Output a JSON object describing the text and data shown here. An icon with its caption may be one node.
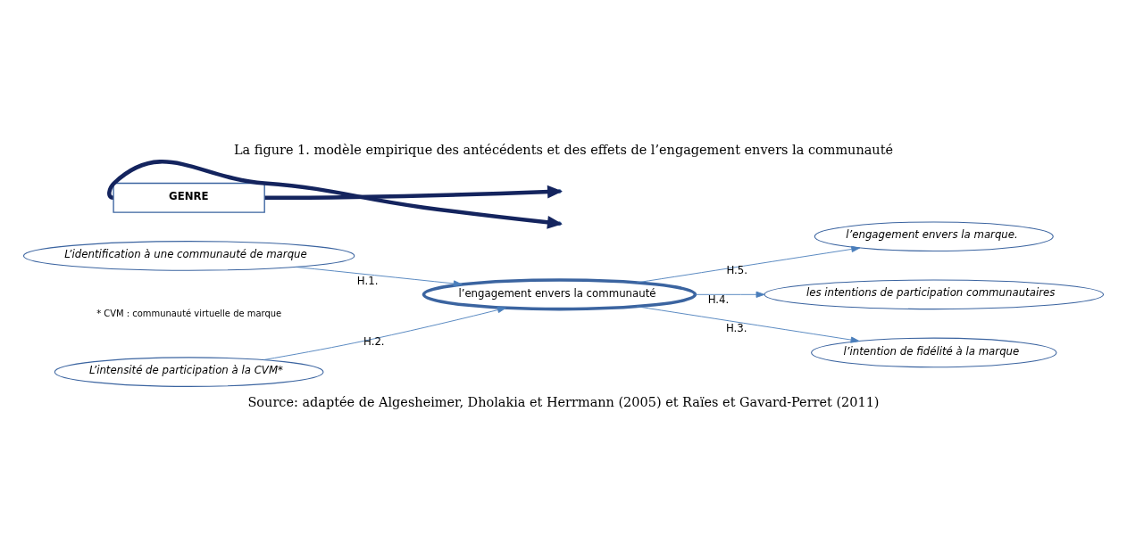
{
  "diagram": {
    "title": "La figure 1. modèle empirique des antécédents et des effets de l’engagement envers la communauté",
    "caption": "Source: adaptée de Algesheimer, Dholakia et Herrmann (2005) et Raïes et Gavard-Perret (2011)",
    "nodes": [
      {
        "text": [
          "GENRE"
        ]
      },
      {
        "text": [
          "L’identification à une communauté de marque"
        ]
      },
      {
        "text": [
          "L’intensité de participation à la CVM*"
        ]
      },
      {
        "text": [
          "l’engagement envers la communauté"
        ]
      },
      {
        "text": [
          "l’intention de fidélité à la marque"
        ]
      },
      {
        "text": [
          "les intentions de participation communautaires"
        ]
      },
      {
        "text": [
          "l’engagement envers la marque."
        ]
      }
    ],
    "edges": [
      {
        "from": 1,
        "to": 3,
        "arrow": "to",
        "label": "H.1."
      },
      {
        "from": 2,
        "to": 3,
        "arrow": "to",
        "label": "H.2."
      },
      {
        "from": 3,
        "to": 4,
        "arrow": "to",
        "label": "H.3."
      },
      {
        "from": 3,
        "to": 5,
        "arrow": "to",
        "label": "H.4."
      },
      {
        "from": 3,
        "to": 6,
        "arrow": "to",
        "label": "H.5."
      },
      {
        "from": 0,
        "to": null,
        "arrow": "to",
        "style": "thick",
        "color": "#14245e"
      },
      {
        "from": 0,
        "to": null,
        "arrow": "to",
        "style": "thick",
        "color": "#14245e"
      }
    ],
    "labels": [
      "* CVM : communauté virtuelle de marque"
    ]
  }
}
